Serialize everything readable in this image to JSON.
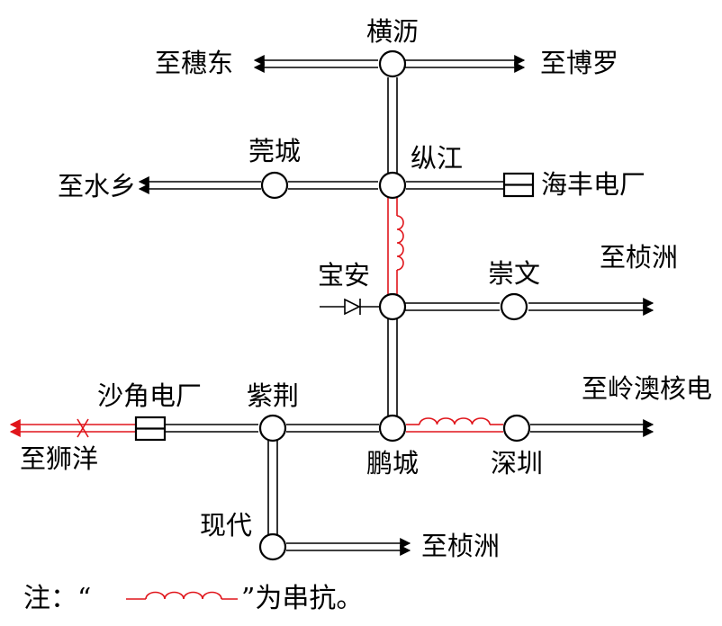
{
  "colors": {
    "line": "#000000",
    "series_reactor": "#e0151b",
    "background": "#ffffff"
  },
  "icons": {
    "substation": "substation-circle-icon",
    "power_plant": "power-plant-box-icon",
    "arrow": "arrow-head-icon",
    "diode": "diode-icon",
    "reactor": "series-reactor-icon",
    "breaker": "open-breaker-x-icon"
  },
  "stations": {
    "hengli": "横沥",
    "zongjiang": "纵江",
    "guancheng": "莞城",
    "baoan": "宝安",
    "chongwen": "崇文",
    "zijing": "紫荆",
    "pengcheng": "鹏城",
    "shenzhen": "深圳",
    "xiandai": "现代"
  },
  "plants": {
    "haifeng": "海丰电厂",
    "shajiao": "沙角电厂"
  },
  "destinations": {
    "suidong": "至穗东",
    "boluo": "至博罗",
    "shuixiang": "至水乡",
    "zhenzhou_upper": "至桢洲",
    "lingao": "至岭澳核电",
    "shiyang": "至狮洋",
    "zhenzhou_lower": "至桢洲"
  },
  "note": {
    "prefix": "注：“",
    "suffix": "”为串抗。"
  }
}
